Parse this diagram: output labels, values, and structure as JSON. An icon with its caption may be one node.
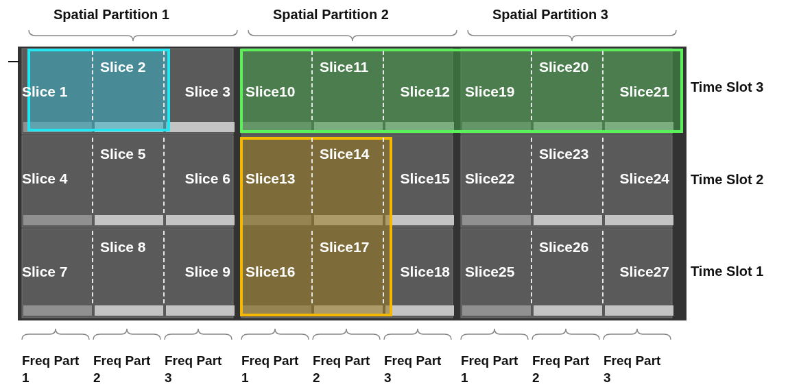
{
  "diagram": {
    "nodes": [
      {
        "text": [
          "Slice 1"
        ]
      },
      {
        "text": [
          "Slice 2"
        ]
      },
      {
        "text": [
          "Slice 3"
        ]
      },
      {
        "text": [
          "Slice 4"
        ]
      },
      {
        "text": [
          "Slice 5"
        ]
      },
      {
        "text": [
          "Slice 6"
        ]
      },
      {
        "text": [
          "Slice 7"
        ]
      },
      {
        "text": [
          "Slice 8"
        ]
      },
      {
        "text": [
          "Slice 9"
        ]
      },
      {
        "text": [
          "Slice10"
        ]
      },
      {
        "text": [
          "Slice11"
        ]
      },
      {
        "text": [
          "Slice12"
        ]
      },
      {
        "text": [
          "Slice13"
        ]
      },
      {
        "text": [
          "Slice14"
        ]
      },
      {
        "text": [
          "Slice15"
        ]
      },
      {
        "text": [
          "Slice16"
        ]
      },
      {
        "text": [
          "Slice17"
        ]
      },
      {
        "text": [
          "Slice18"
        ]
      },
      {
        "text": [
          "Slice19"
        ]
      },
      {
        "text": [
          "Slice20"
        ]
      },
      {
        "text": [
          "Slice21"
        ]
      },
      {
        "text": [
          "Slice22"
        ]
      },
      {
        "text": [
          "Slice23"
        ]
      },
      {
        "text": [
          "Slice24"
        ]
      },
      {
        "text": [
          "Slice25"
        ]
      },
      {
        "text": [
          "Slice26"
        ]
      },
      {
        "text": [
          "Slice27"
        ]
      }
    ],
    "labels": [
      "Spatial Partition 1",
      "Spatial Partition 2",
      "Spatial Partition 3",
      "Time Slot 3",
      "Time Slot 2",
      "Time Slot 1",
      "Freq Part 1",
      "Freq Part 2",
      "Freq Part 3",
      "Freq Part 1",
      "Freq Part 2",
      "Freq Part 3",
      "Freq Part 1",
      "Freq Part 2",
      "Freq Part 3"
    ]
  }
}
